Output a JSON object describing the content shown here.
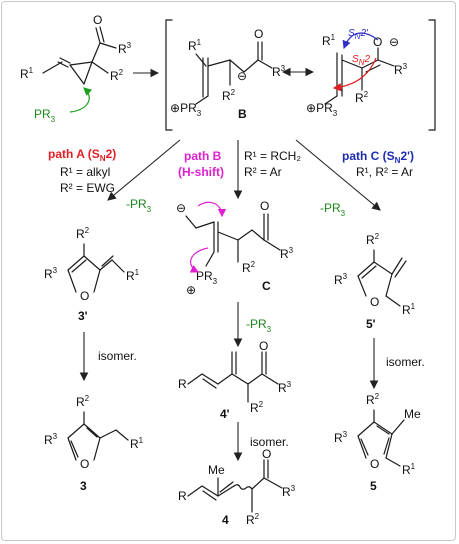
{
  "colors": {
    "path_a": "#e31e24",
    "path_b": "#e020d0",
    "path_c": "#1e2bb0",
    "reagent": "#1a8a1a",
    "sn2prime_arrow": "#3030c8",
    "sn2_arrow": "#e02020"
  },
  "start": {
    "r1": "R",
    "r1_sup": "1",
    "r2": "R",
    "r2_sup": "2",
    "r3": "R",
    "r3_sup": "3",
    "o": "O",
    "pr3": "PR",
    "pr3_sub": "3"
  },
  "intermediate_b": {
    "label": "B",
    "r1": "R",
    "r1_sup": "1",
    "r2": "R",
    "r2_sup": "2",
    "r3": "R",
    "r3_sup": "3",
    "o": "O",
    "p": "PR",
    "p_sub": "3",
    "plus": "⊕",
    "minus": "⊖",
    "sn2prime": "S",
    "sn2prime_sub": "N",
    "sn2prime_tail": "2'",
    "sn2": "S",
    "sn2_sub": "N",
    "sn2_tail": "2"
  },
  "path_a": {
    "title": "path A (S",
    "title_sub": "N",
    "title_tail": "2)",
    "cond1": "R¹ = alkyl",
    "cond2": "R² = EWG",
    "reagent": "-PR",
    "reagent_sub": "3",
    "product_label": "3'",
    "isomer": "isomer.",
    "final_label": "3"
  },
  "path_b": {
    "title": "path B",
    "subtitle": "(H-shift)",
    "cond1": "R¹ = RCH₂",
    "cond2": "R² = Ar",
    "c_label": "C",
    "reagent": "-PR",
    "reagent_sub": "3",
    "product_label": "4'",
    "isomer": "isomer.",
    "final_label": "4",
    "me": "Me",
    "r": "R"
  },
  "path_c": {
    "title": "path C (S",
    "title_sub": "N",
    "title_tail": "2')",
    "cond1": "R¹, R² = Ar",
    "reagent": "-PR",
    "reagent_sub": "3",
    "product_label": "5'",
    "isomer": "isomer.",
    "final_label": "5",
    "me": "Me"
  }
}
